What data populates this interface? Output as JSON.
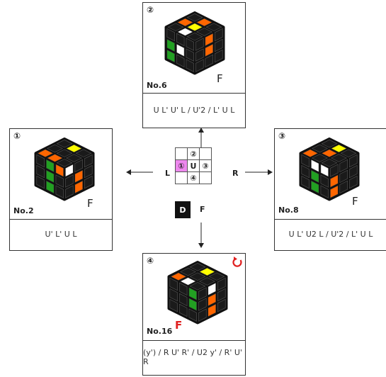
{
  "panels": [
    {
      "id": "top",
      "number": "②",
      "no": "No.6",
      "face": "F",
      "alg": "U L' U' L / U'2 /  L' U L"
    },
    {
      "id": "left",
      "number": "①",
      "no": "No.2",
      "face": "F",
      "alg": "U' L' U L"
    },
    {
      "id": "right",
      "number": "③",
      "no": "No.8",
      "face": "F",
      "alg": "U L' U2 L / U'2 /  L' U L"
    },
    {
      "id": "bottom",
      "number": "④",
      "no": "No.16",
      "face": "F",
      "alg": "(y') / R U' R' / U2 y' / R' U' R"
    }
  ],
  "center": {
    "labels": {
      "L": "L",
      "R": "R",
      "U": "U",
      "D": "D",
      "F": "F"
    },
    "cells": {
      "c1": "①",
      "c2": "②",
      "c3": "③",
      "c4": "④"
    }
  },
  "colors": {
    "yellow": "#ffff00",
    "orange": "#ff6600",
    "green": "#22a022",
    "white": "#ffffff",
    "black": "#1a1a1a",
    "pink": "#ee88ee",
    "red": "#e02020"
  },
  "icons": {
    "rotate": "rotate-icon"
  }
}
